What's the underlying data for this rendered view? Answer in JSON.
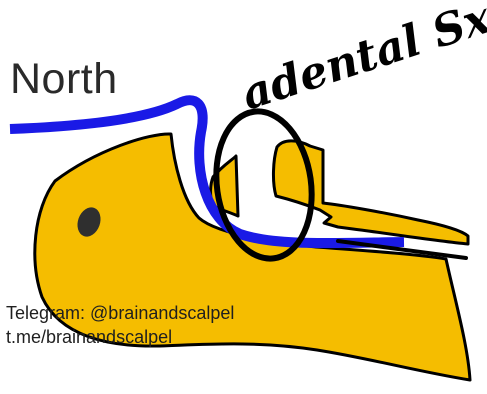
{
  "diagram": {
    "north_label": "North",
    "handwritten_annotation": "adental Sx",
    "colors": {
      "yellow_fill": "#F5BD00",
      "blue_stroke": "#1A1AE6",
      "outline": "#000000",
      "background": "#FFFFFF"
    }
  },
  "watermark": {
    "line1": "Telegram: @brainandscalpel",
    "line2": "t.me/brainandscalpel"
  }
}
